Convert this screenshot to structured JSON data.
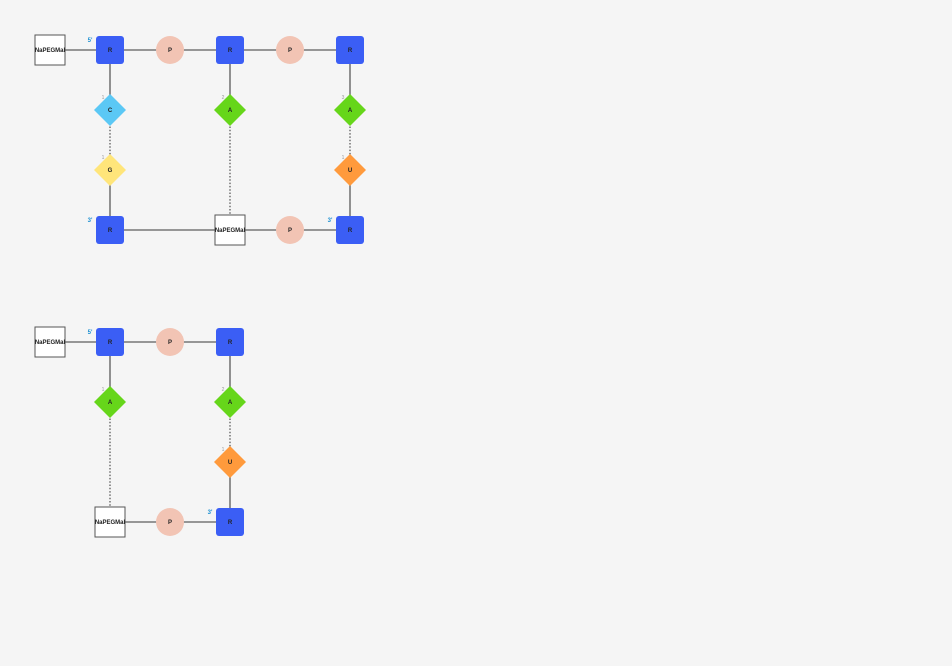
{
  "colors": {
    "background": "#f5f5f5",
    "sugar": "#3b5ef5",
    "phosphate": "#f2c4b4",
    "base_C": "#5bc8f5",
    "base_G": "#ffe57a",
    "base_A": "#66d61a",
    "base_U": "#ff9a3c",
    "modifier_fill": "#ffffff",
    "modifier_stroke": "#555555",
    "line": "#777777",
    "end_label": "#1a8fd1"
  },
  "diagrams": [
    {
      "nodes": [
        {
          "id": "m1",
          "type": "modifier",
          "label": "NaPEGMal"
        },
        {
          "id": "s1",
          "type": "sugar",
          "label": "R",
          "end": "5'"
        },
        {
          "id": "p1",
          "type": "phosphate",
          "label": "P"
        },
        {
          "id": "s2",
          "type": "sugar",
          "label": "R"
        },
        {
          "id": "p2",
          "type": "phosphate",
          "label": "P"
        },
        {
          "id": "s3",
          "type": "sugar",
          "label": "R"
        },
        {
          "id": "b1",
          "type": "base",
          "base": "C",
          "label": "C",
          "index": "1"
        },
        {
          "id": "b2",
          "type": "base",
          "base": "A",
          "label": "A",
          "index": "2"
        },
        {
          "id": "b3",
          "type": "base",
          "base": "A",
          "label": "A",
          "index": "3"
        },
        {
          "id": "b4",
          "type": "base",
          "base": "G",
          "label": "G",
          "index": "1"
        },
        {
          "id": "b5",
          "type": "base",
          "base": "U",
          "label": "U",
          "index": "1"
        },
        {
          "id": "s4",
          "type": "sugar",
          "label": "R",
          "end": "3'"
        },
        {
          "id": "m2",
          "type": "modifier",
          "label": "NaPEGMal"
        },
        {
          "id": "p3",
          "type": "phosphate",
          "label": "P"
        },
        {
          "id": "s5",
          "type": "sugar",
          "label": "R",
          "end": "3'"
        }
      ],
      "edges": [
        {
          "from": "m1",
          "to": "s1",
          "style": "solid"
        },
        {
          "from": "s1",
          "to": "p1",
          "style": "solid"
        },
        {
          "from": "p1",
          "to": "s2",
          "style": "solid"
        },
        {
          "from": "s2",
          "to": "p2",
          "style": "solid"
        },
        {
          "from": "p2",
          "to": "s3",
          "style": "solid"
        },
        {
          "from": "s1",
          "to": "b1",
          "style": "solid"
        },
        {
          "from": "s2",
          "to": "b2",
          "style": "solid"
        },
        {
          "from": "s3",
          "to": "b3",
          "style": "solid"
        },
        {
          "from": "b1",
          "to": "b4",
          "style": "dotted"
        },
        {
          "from": "b2",
          "to": "m2",
          "style": "dotted"
        },
        {
          "from": "b3",
          "to": "b5",
          "style": "dotted"
        },
        {
          "from": "b4",
          "to": "s4",
          "style": "solid"
        },
        {
          "from": "b5",
          "to": "s5",
          "style": "solid"
        },
        {
          "from": "s4",
          "to": "m2",
          "style": "solid"
        },
        {
          "from": "m2",
          "to": "p3",
          "style": "solid"
        },
        {
          "from": "p3",
          "to": "s5",
          "style": "solid"
        }
      ]
    },
    {
      "nodes": [
        {
          "id": "m1",
          "type": "modifier",
          "label": "NaPEGMal"
        },
        {
          "id": "s1",
          "type": "sugar",
          "label": "R",
          "end": "5'"
        },
        {
          "id": "p1",
          "type": "phosphate",
          "label": "P"
        },
        {
          "id": "s2",
          "type": "sugar",
          "label": "R"
        },
        {
          "id": "b1",
          "type": "base",
          "base": "A",
          "label": "A",
          "index": "1"
        },
        {
          "id": "b2",
          "type": "base",
          "base": "A",
          "label": "A",
          "index": "2"
        },
        {
          "id": "b3",
          "type": "base",
          "base": "U",
          "label": "U",
          "index": "1"
        },
        {
          "id": "m2",
          "type": "modifier",
          "label": "NaPEGMal"
        },
        {
          "id": "p2",
          "type": "phosphate",
          "label": "P"
        },
        {
          "id": "s3",
          "type": "sugar",
          "label": "R",
          "end": "3'"
        }
      ],
      "edges": [
        {
          "from": "m1",
          "to": "s1",
          "style": "solid"
        },
        {
          "from": "s1",
          "to": "p1",
          "style": "solid"
        },
        {
          "from": "p1",
          "to": "s2",
          "style": "solid"
        },
        {
          "from": "s1",
          "to": "b1",
          "style": "solid"
        },
        {
          "from": "s2",
          "to": "b2",
          "style": "solid"
        },
        {
          "from": "b1",
          "to": "m2",
          "style": "dotted"
        },
        {
          "from": "b2",
          "to": "b3",
          "style": "dotted"
        },
        {
          "from": "b3",
          "to": "s3",
          "style": "solid"
        },
        {
          "from": "m2",
          "to": "p2",
          "style": "solid"
        },
        {
          "from": "p2",
          "to": "s3",
          "style": "solid"
        }
      ]
    }
  ]
}
